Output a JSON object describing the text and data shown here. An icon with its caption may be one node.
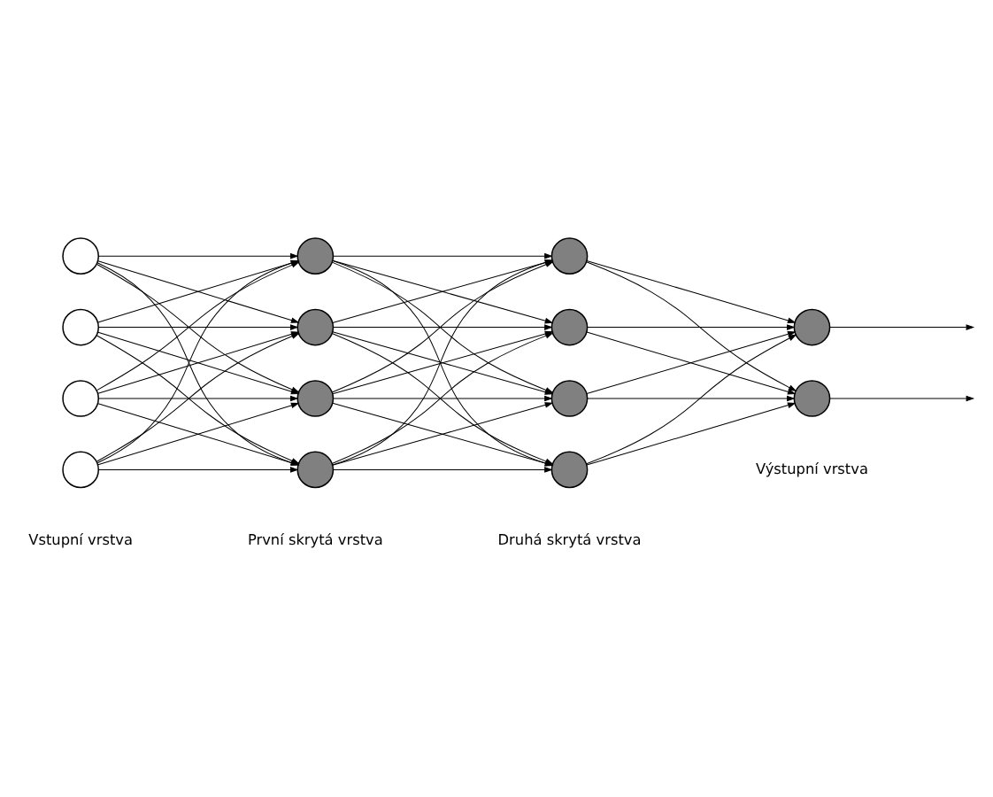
{
  "diagram": {
    "nodes": [
      {
        "text": [],
        "shape": "circle"
      },
      {
        "text": [],
        "shape": "circle"
      },
      {
        "text": [],
        "shape": "circle"
      },
      {
        "text": [],
        "shape": "circle"
      },
      {
        "text": [],
        "shape": "circle"
      },
      {
        "text": [],
        "shape": "circle"
      },
      {
        "text": [],
        "shape": "circle"
      },
      {
        "text": [],
        "shape": "circle"
      },
      {
        "text": [],
        "shape": "circle"
      },
      {
        "text": [],
        "shape": "circle"
      },
      {
        "text": [],
        "shape": "circle"
      },
      {
        "text": [],
        "shape": "circle"
      },
      {
        "text": [],
        "shape": "circle"
      },
      {
        "text": [],
        "shape": "circle"
      }
    ],
    "edges": [
      {
        "from": 0,
        "to": 4,
        "arrow": "to"
      },
      {
        "from": 0,
        "to": 5,
        "arrow": "to"
      },
      {
        "from": 0,
        "to": 6,
        "arrow": "to"
      },
      {
        "from": 0,
        "to": 7,
        "arrow": "to"
      },
      {
        "from": 1,
        "to": 4,
        "arrow": "to"
      },
      {
        "from": 1,
        "to": 5,
        "arrow": "to"
      },
      {
        "from": 1,
        "to": 6,
        "arrow": "to"
      },
      {
        "from": 1,
        "to": 7,
        "arrow": "to"
      },
      {
        "from": 2,
        "to": 4,
        "arrow": "to"
      },
      {
        "from": 2,
        "to": 5,
        "arrow": "to"
      },
      {
        "from": 2,
        "to": 6,
        "arrow": "to"
      },
      {
        "from": 2,
        "to": 7,
        "arrow": "to"
      },
      {
        "from": 3,
        "to": 4,
        "arrow": "to"
      },
      {
        "from": 3,
        "to": 5,
        "arrow": "to"
      },
      {
        "from": 3,
        "to": 6,
        "arrow": "to"
      },
      {
        "from": 3,
        "to": 7,
        "arrow": "to"
      },
      {
        "from": 4,
        "to": 8,
        "arrow": "to"
      },
      {
        "from": 4,
        "to": 9,
        "arrow": "to"
      },
      {
        "from": 4,
        "to": 10,
        "arrow": "to"
      },
      {
        "from": 4,
        "to": 11,
        "arrow": "to"
      },
      {
        "from": 5,
        "to": 8,
        "arrow": "to"
      },
      {
        "from": 5,
        "to": 9,
        "arrow": "to"
      },
      {
        "from": 5,
        "to": 10,
        "arrow": "to"
      },
      {
        "from": 5,
        "to": 11,
        "arrow": "to"
      },
      {
        "from": 6,
        "to": 8,
        "arrow": "to"
      },
      {
        "from": 6,
        "to": 9,
        "arrow": "to"
      },
      {
        "from": 6,
        "to": 10,
        "arrow": "to"
      },
      {
        "from": 6,
        "to": 11,
        "arrow": "to"
      },
      {
        "from": 7,
        "to": 8,
        "arrow": "to"
      },
      {
        "from": 7,
        "to": 9,
        "arrow": "to"
      },
      {
        "from": 7,
        "to": 10,
        "arrow": "to"
      },
      {
        "from": 7,
        "to": 11,
        "arrow": "to"
      },
      {
        "from": 8,
        "to": 12,
        "arrow": "to"
      },
      {
        "from": 8,
        "to": 13,
        "arrow": "to"
      },
      {
        "from": 9,
        "to": 12,
        "arrow": "to"
      },
      {
        "from": 9,
        "to": 13,
        "arrow": "to"
      },
      {
        "from": 10,
        "to": 12,
        "arrow": "to"
      },
      {
        "from": 10,
        "to": 13,
        "arrow": "to"
      },
      {
        "from": 11,
        "to": 12,
        "arrow": "to"
      },
      {
        "from": 11,
        "to": 13,
        "arrow": "to"
      },
      {
        "from": 12,
        "to": null,
        "arrow": "to"
      },
      {
        "from": 13,
        "to": null,
        "arrow": "to"
      }
    ],
    "labels": [
      "Vstupní vrstva",
      "První skrytá vrstva",
      "Druhá skrytá vrstva",
      "Výstupní vrstva"
    ]
  }
}
